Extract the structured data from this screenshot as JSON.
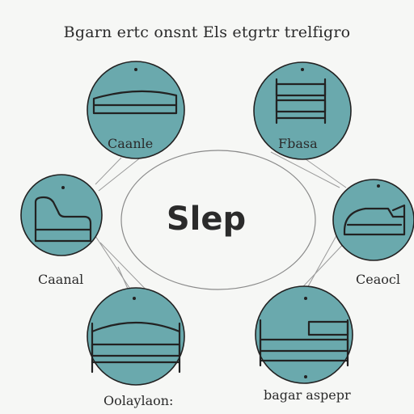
{
  "title": "Bgarn ertc onsnt Els etgrtr trelfigro",
  "center": {
    "label": "Slep"
  },
  "nodes": {
    "top_left": {
      "label": "Caanle",
      "icon": "bed-frame-icon"
    },
    "top_right": {
      "label": "Fbasa",
      "icon": "bunk-bed-icon"
    },
    "mid_left": {
      "label": "Caanal",
      "icon": "recliner-icon"
    },
    "mid_right": {
      "label": "Ceaocl",
      "icon": "sofa-bed-icon"
    },
    "bottom_left": {
      "label": "Oolaylaon:",
      "icon": "double-bed-icon"
    },
    "bottom_right": {
      "label": "bagar aspepr",
      "icon": "daybed-icon"
    }
  },
  "colors": {
    "circle_fill": "#6aa9ad",
    "outline": "#222222",
    "background": "#f6f7f5",
    "connector": "#9a9a9a"
  }
}
